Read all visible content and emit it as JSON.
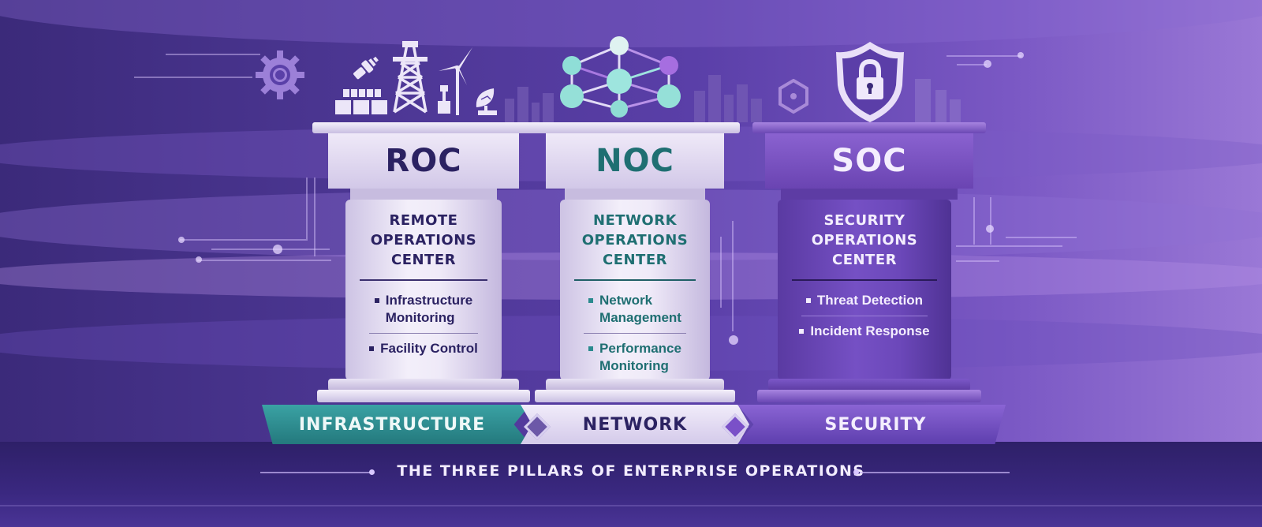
{
  "colors": {
    "background_dark": "#3b2a7a",
    "background_light": "#9a78d6",
    "navy_text": "#2b2262",
    "teal_text": "#1f6f72",
    "teal_banner": "#2f8f93",
    "light_pillar": "#efeaf8",
    "security_purple": "#6f4bbd",
    "white_text": "#f4eefe"
  },
  "pillars": [
    {
      "id": "roc",
      "acronym": "ROC",
      "full_name_lines": [
        "REMOTE",
        "OPERATIONS",
        "CENTER"
      ],
      "items": [
        {
          "lines": [
            "Infrastructure",
            "Monitoring"
          ]
        },
        {
          "lines": [
            "Facility Control"
          ]
        }
      ],
      "top_icons": [
        "satellite-icon",
        "solar-panels-icon",
        "oil-rig-tower-icon",
        "wind-turbine-icon",
        "control-unit-icon",
        "satellite-dish-icon"
      ],
      "side_icon": "gear-icon"
    },
    {
      "id": "noc",
      "acronym": "NOC",
      "full_name_lines": [
        "NETWORK",
        "OPERATIONS",
        "CENTER"
      ],
      "items": [
        {
          "lines": [
            "Network",
            "Management"
          ]
        },
        {
          "lines": [
            "Performance",
            "Monitoring"
          ]
        }
      ],
      "top_icons": [
        "network-topology-icon"
      ]
    },
    {
      "id": "soc",
      "acronym": "SOC",
      "full_name_lines": [
        "SECURITY",
        "OPERATIONS",
        "CENTER"
      ],
      "items": [
        {
          "lines": [
            "Threat Detection"
          ]
        },
        {
          "lines": [
            "Incident Response"
          ]
        }
      ],
      "top_icons": [
        "shield-lock-icon"
      ],
      "side_icon": "hexagon-nut-icon"
    }
  ],
  "banner": {
    "segments": [
      "INFRASTRUCTURE",
      "NETWORK",
      "SECURITY"
    ]
  },
  "subtitle": "THE THREE PILLARS OF ENTERPRISE OPERATIONS"
}
